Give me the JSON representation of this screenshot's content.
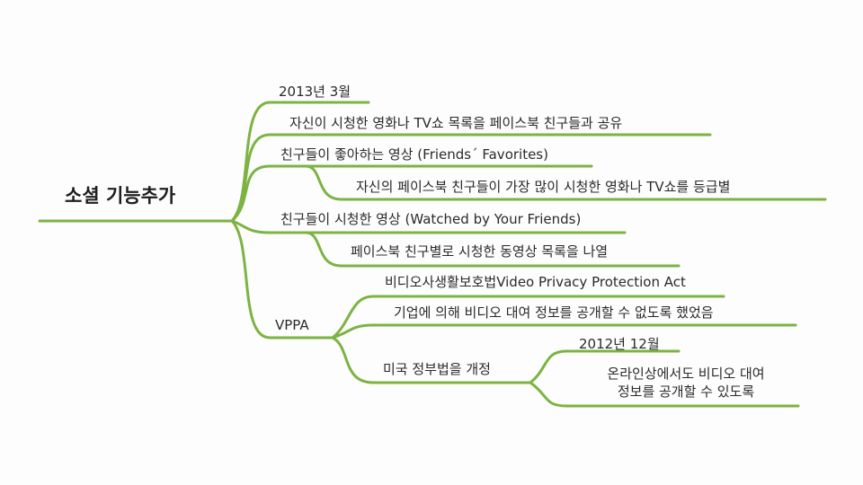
{
  "colors": {
    "branch": "#7cb342",
    "text": "#2a2a2a",
    "background": "#fdfdfd"
  },
  "root": {
    "label": "소셜 기능추가"
  },
  "nodes": {
    "date_2013": "2013년 3월",
    "share_list": "자신이 시청한 영화나 TV쇼 목록을 페이스북 친구들과 공유",
    "friends_favorites": "친구들이 좋아하는 영상 (Friends´ Favorites)",
    "grade_by": "자신의 페이스북 친구들이 가장 많이 시청한 영화나 TV쇼를 등급별",
    "friends_watched": "친구들이 시청한 영상 (Watched by Your Friends)",
    "per_friend": "페이스북 친구별로 시청한 동영상 목록을 나열",
    "vppa": "VPPA",
    "vppa_full": "비디오사생활보호법Video Privacy Protection Act",
    "vppa_ban": "기업에 의해 비디오 대여 정보를 공개할 수 없도록 했었음",
    "amend": "미국 정부법을 개정",
    "date_2012": "2012년 12월",
    "online_line1": "온라인상에서도 비디오 대여",
    "online_line2": "정보를 공개할 수 있도록"
  }
}
